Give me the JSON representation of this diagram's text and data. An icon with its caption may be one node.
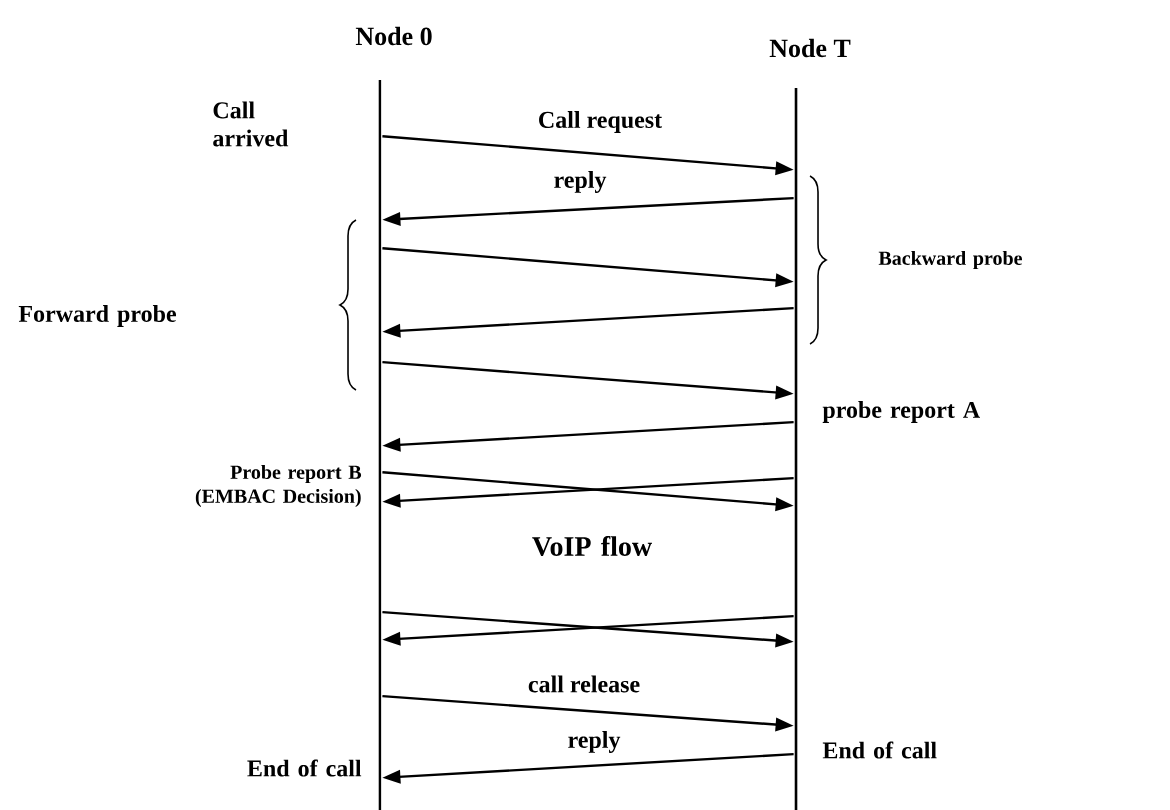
{
  "diagram": {
    "nodes": [
      {
        "text": [
          "Node 0"
        ]
      },
      {
        "text": [
          "Node T"
        ]
      }
    ],
    "edges": [
      {
        "from": 0,
        "to": 1,
        "arrow": "to",
        "label": "Call request"
      },
      {
        "from": 1,
        "to": 0,
        "arrow": "to",
        "label": "reply"
      },
      {
        "from": 0,
        "to": 1,
        "arrow": "to"
      },
      {
        "from": 1,
        "to": 0,
        "arrow": "to"
      },
      {
        "from": 0,
        "to": 1,
        "arrow": "to"
      },
      {
        "from": 1,
        "to": 0,
        "arrow": "to"
      },
      {
        "from": 0,
        "to": 1,
        "arrow": "to"
      },
      {
        "from": 1,
        "to": 0,
        "arrow": "to"
      },
      {
        "from": 0,
        "to": 1,
        "arrow": "to"
      },
      {
        "from": 1,
        "to": 0,
        "arrow": "to"
      },
      {
        "from": 0,
        "to": 1,
        "arrow": "to",
        "label": "call release"
      },
      {
        "from": 1,
        "to": 0,
        "arrow": "to",
        "label": "reply"
      }
    ],
    "labels": [
      "Call arrived",
      "Backward probe",
      "Forward probe",
      "probe report A",
      "Probe report B (EMBAC Decision)",
      "VoIP flow",
      "End of call",
      "End of call"
    ]
  }
}
